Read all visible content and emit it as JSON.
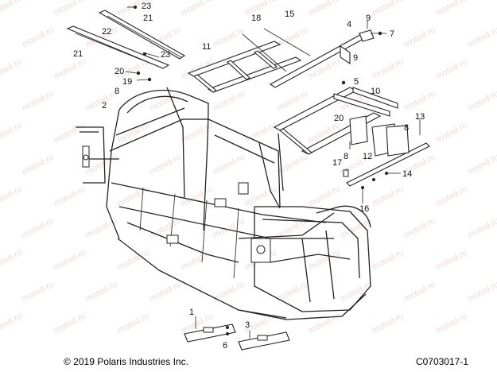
{
  "callouts": [
    {
      "id": "c1",
      "label": "1"
    },
    {
      "id": "c2",
      "label": "2"
    },
    {
      "id": "c3",
      "label": "3"
    },
    {
      "id": "c4",
      "label": "4"
    },
    {
      "id": "c5",
      "label": "5"
    },
    {
      "id": "c6",
      "label": "6"
    },
    {
      "id": "c7",
      "label": "7"
    },
    {
      "id": "c8a",
      "label": "8"
    },
    {
      "id": "c8b",
      "label": "8"
    },
    {
      "id": "c8c",
      "label": "8"
    },
    {
      "id": "c9a",
      "label": "9"
    },
    {
      "id": "c9b",
      "label": "9"
    },
    {
      "id": "c10",
      "label": "10"
    },
    {
      "id": "c11",
      "label": "11"
    },
    {
      "id": "c12",
      "label": "12"
    },
    {
      "id": "c13",
      "label": "13"
    },
    {
      "id": "c14",
      "label": "14"
    },
    {
      "id": "c15",
      "label": "15"
    },
    {
      "id": "c16",
      "label": "16"
    },
    {
      "id": "c17",
      "label": "17"
    },
    {
      "id": "c18",
      "label": "18"
    },
    {
      "id": "c19",
      "label": "19"
    },
    {
      "id": "c20a",
      "label": "20"
    },
    {
      "id": "c20b",
      "label": "20"
    },
    {
      "id": "c21a",
      "label": "21"
    },
    {
      "id": "c21b",
      "label": "21"
    },
    {
      "id": "c22",
      "label": "22"
    },
    {
      "id": "c23a",
      "label": "23"
    },
    {
      "id": "c23b",
      "label": "23"
    }
  ],
  "watermark": "motod.ru",
  "footer": {
    "copyright": "© 2019 Polaris Industries Inc.",
    "figure_code": "C0703017-1"
  }
}
